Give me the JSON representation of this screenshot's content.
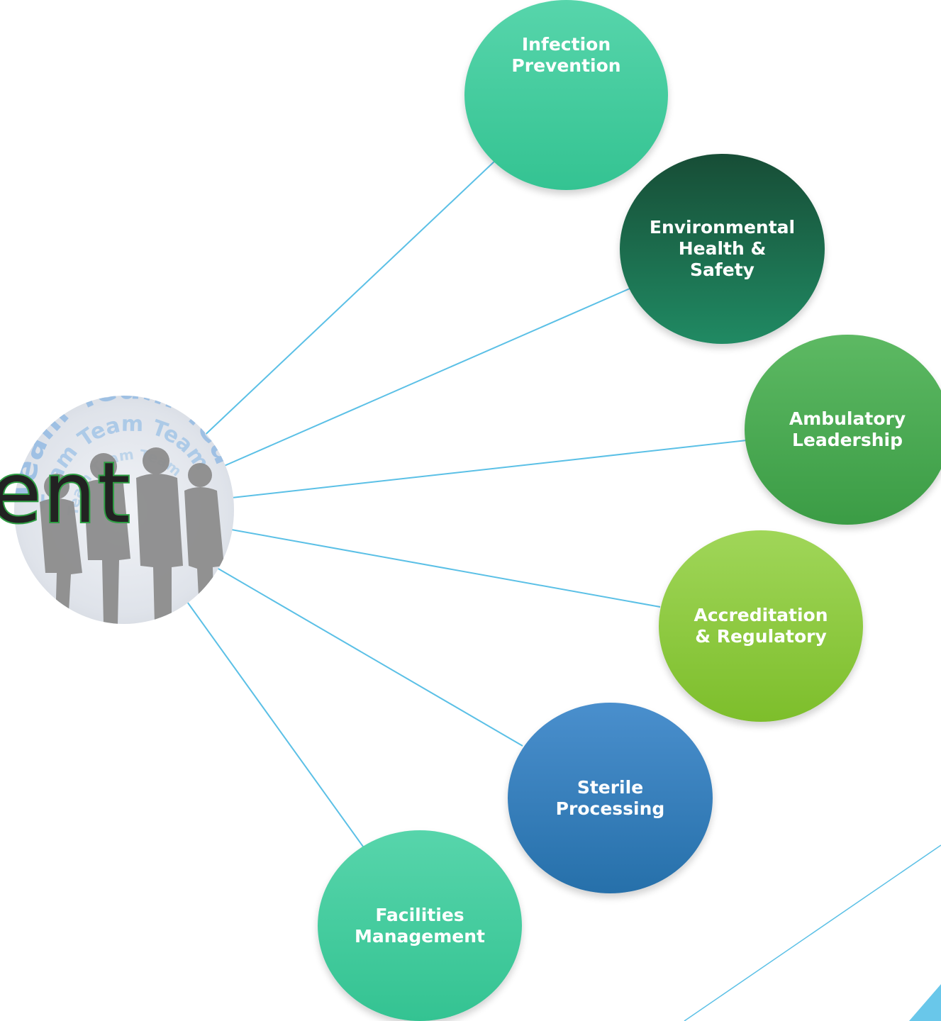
{
  "hub": {
    "title_fragment": "ent",
    "watermark_word": "Team"
  },
  "nodes": [
    {
      "id": "infection-prevention",
      "label": "Infection\nPrevention",
      "color_top": "#57d5ab",
      "color_bottom": "#34c392"
    },
    {
      "id": "environmental-health-safety",
      "label": "Environmental\nHealth &\nSafety",
      "color_top": "#174d36",
      "color_bottom": "#208a63"
    },
    {
      "id": "ambulatory-leadership",
      "label": "Ambulatory\nLeadership",
      "color_top": "#5db963",
      "color_bottom": "#3b9c45"
    },
    {
      "id": "accreditation-regulatory",
      "label": "Accreditation\n& Regulatory",
      "color_top": "#a0d659",
      "color_bottom": "#7dbe2b"
    },
    {
      "id": "sterile-processing",
      "label": "Sterile\nProcessing",
      "color_top": "#4a8fcd",
      "color_bottom": "#2670aa"
    },
    {
      "id": "facilities-management",
      "label": "Facilities\nManagement",
      "color_top": "#57d5ab",
      "color_bottom": "#34c392"
    }
  ],
  "colors": {
    "connector": "#5bc0e6",
    "title_outline": "#2f9e44",
    "corner_accent": "#69c7ea"
  }
}
